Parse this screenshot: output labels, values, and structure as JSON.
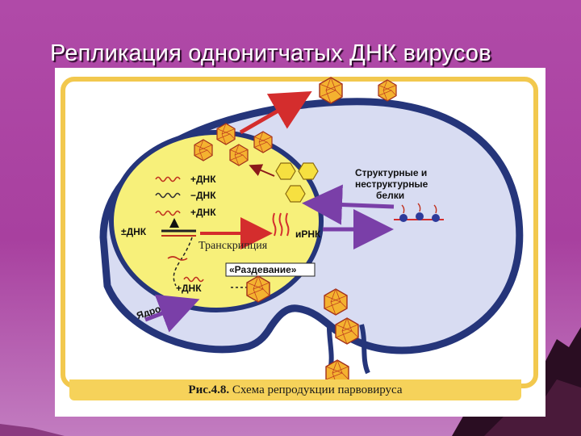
{
  "slide": {
    "title": "Репликация однонитчатых ДНК вирусов"
  },
  "diagram": {
    "labels": {
      "plus_dna_1": "+ДНК",
      "minus_dna": "−ДНК",
      "plus_dna_2": "+ДНК",
      "plus_minus_dna": "±ДНК",
      "mrna": "иРНК",
      "transcription": "Транскрипция",
      "uncoating": "«Раздевание»",
      "plus_dna_3": "+ДНК",
      "nucleus": "Ядро",
      "proteins_line1": "Структурные и",
      "proteins_line2": "неструктурные",
      "proteins_line3": "белки"
    },
    "caption_label": "Рис.4.8.",
    "caption_text": "Схема репродукции парвовируса",
    "colors": {
      "cell_fill": "#d8dcf2",
      "cell_border": "#25357a",
      "nucleus_fill": "#f7f07a",
      "virion_fill": "#f4b230",
      "virion_stroke": "#a0301c",
      "arrow_red": "#d42d2d",
      "arrow_purple": "#7a3fa8"
    }
  }
}
